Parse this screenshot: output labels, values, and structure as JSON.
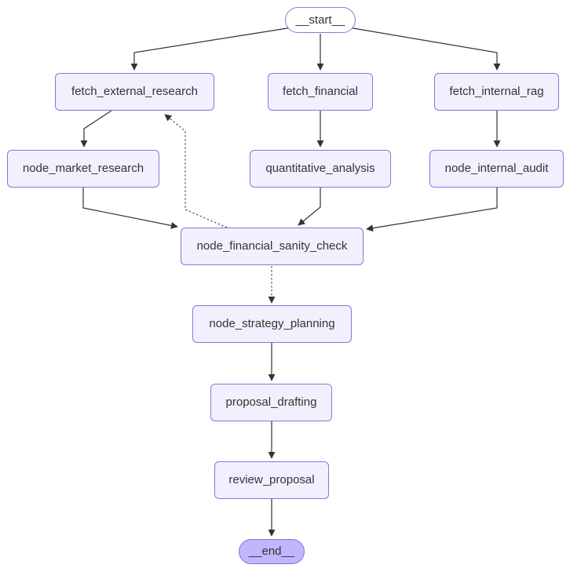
{
  "diagram": {
    "type": "flowchart",
    "direction": "top-down",
    "colors": {
      "background": "#ffffff",
      "node_fill": "#f2f0ff",
      "node_border": "#9370db",
      "start_fill": "#ffffff",
      "end_fill": "#bfb6fc",
      "text": "#333333",
      "edge": "#333333"
    },
    "nodes": {
      "start": {
        "label": "__start__",
        "shape": "pill"
      },
      "fetch_external_research": {
        "label": "fetch_external_research",
        "shape": "rect"
      },
      "fetch_financial": {
        "label": "fetch_financial",
        "shape": "rect"
      },
      "fetch_internal_rag": {
        "label": "fetch_internal_rag",
        "shape": "rect"
      },
      "node_market_research": {
        "label": "node_market_research",
        "shape": "rect"
      },
      "quantitative_analysis": {
        "label": "quantitative_analysis",
        "shape": "rect"
      },
      "node_internal_audit": {
        "label": "node_internal_audit",
        "shape": "rect"
      },
      "node_financial_sanity_check": {
        "label": "node_financial_sanity_check",
        "shape": "rect"
      },
      "node_strategy_planning": {
        "label": "node_strategy_planning",
        "shape": "rect"
      },
      "proposal_drafting": {
        "label": "proposal_drafting",
        "shape": "rect"
      },
      "review_proposal": {
        "label": "review_proposal",
        "shape": "rect"
      },
      "end": {
        "label": "__end__",
        "shape": "pill"
      }
    },
    "edges": [
      {
        "from": "__start__",
        "to": "fetch_external_research",
        "style": "solid"
      },
      {
        "from": "__start__",
        "to": "fetch_financial",
        "style": "solid"
      },
      {
        "from": "__start__",
        "to": "fetch_internal_rag",
        "style": "solid"
      },
      {
        "from": "fetch_external_research",
        "to": "node_market_research",
        "style": "solid"
      },
      {
        "from": "fetch_financial",
        "to": "quantitative_analysis",
        "style": "solid"
      },
      {
        "from": "fetch_internal_rag",
        "to": "node_internal_audit",
        "style": "solid"
      },
      {
        "from": "node_market_research",
        "to": "node_financial_sanity_check",
        "style": "solid"
      },
      {
        "from": "quantitative_analysis",
        "to": "node_financial_sanity_check",
        "style": "solid"
      },
      {
        "from": "node_internal_audit",
        "to": "node_financial_sanity_check",
        "style": "solid"
      },
      {
        "from": "node_financial_sanity_check",
        "to": "fetch_external_research",
        "style": "dotted"
      },
      {
        "from": "node_financial_sanity_check",
        "to": "node_strategy_planning",
        "style": "dotted"
      },
      {
        "from": "node_strategy_planning",
        "to": "proposal_drafting",
        "style": "solid"
      },
      {
        "from": "proposal_drafting",
        "to": "review_proposal",
        "style": "solid"
      },
      {
        "from": "review_proposal",
        "to": "__end__",
        "style": "solid"
      }
    ]
  }
}
